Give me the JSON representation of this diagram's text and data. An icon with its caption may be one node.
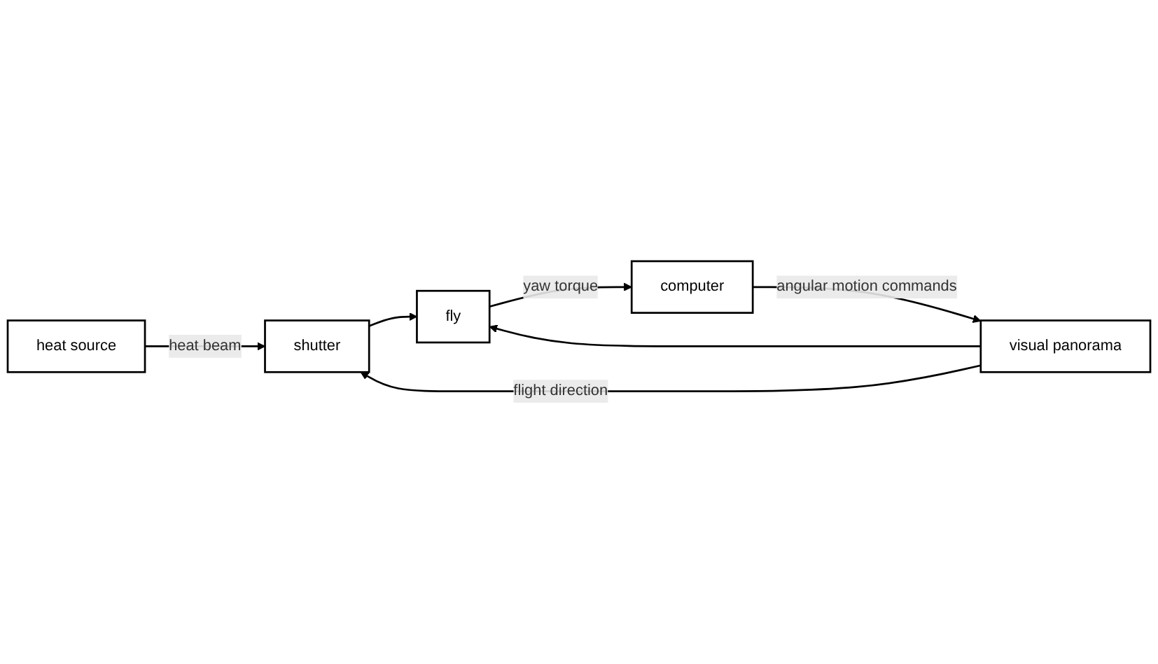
{
  "diagram": {
    "nodes": [
      {
        "text": [
          "heat source"
        ]
      },
      {
        "text": [
          "shutter"
        ]
      },
      {
        "text": [
          "computer"
        ]
      },
      {
        "text": [
          "visual panorama"
        ]
      },
      {
        "text": [
          "fly"
        ]
      }
    ],
    "edges": [
      {
        "from": 0,
        "to": 1,
        "arrow": "to",
        "label": "heat beam"
      },
      {
        "from": 1,
        "to": 4,
        "arrow": "to"
      },
      {
        "from": 2,
        "to": 3,
        "arrow": "to",
        "label": "angular motion commands"
      },
      {
        "from": 3,
        "to": 4,
        "arrow": "to"
      },
      {
        "from": 3,
        "to": 1,
        "arrow": "to",
        "label": "flight direction"
      },
      {
        "from": 4,
        "to": 2,
        "arrow": "to",
        "label": "yaw torque"
      }
    ]
  }
}
